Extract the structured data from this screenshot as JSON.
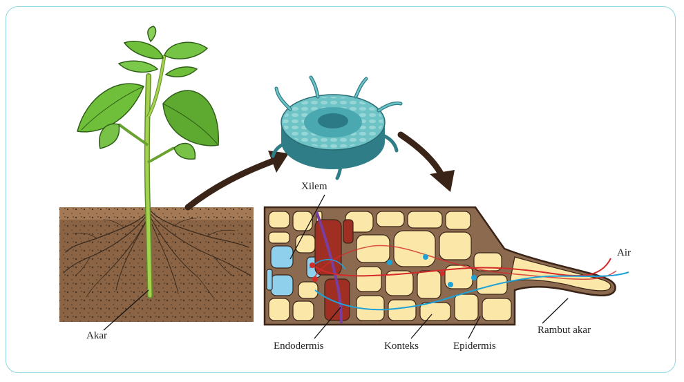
{
  "labels": {
    "xilem": "Xilem",
    "akar": "Akar",
    "endodermis": "Endodermis",
    "konteks": "Konteks",
    "epidermis": "Epidermis",
    "rambut_akar": "Rambut akar",
    "air": "Air"
  },
  "colors": {
    "frame": "#8fd7e2",
    "soil": "#8a6444",
    "leaf": "#6fbf3a",
    "stem": "#9ccc4a",
    "disc": "#6ec3c6",
    "cell_fill": "#fbe7a8",
    "cell_wall": "#8b6a4f",
    "xylem_vessel": "#9e2f22",
    "endodermis_cell": "#8fd0ec",
    "water_path_red": "#d42a2a",
    "water_path_blue": "#1ea2d8",
    "arrow": "#3a2418"
  }
}
